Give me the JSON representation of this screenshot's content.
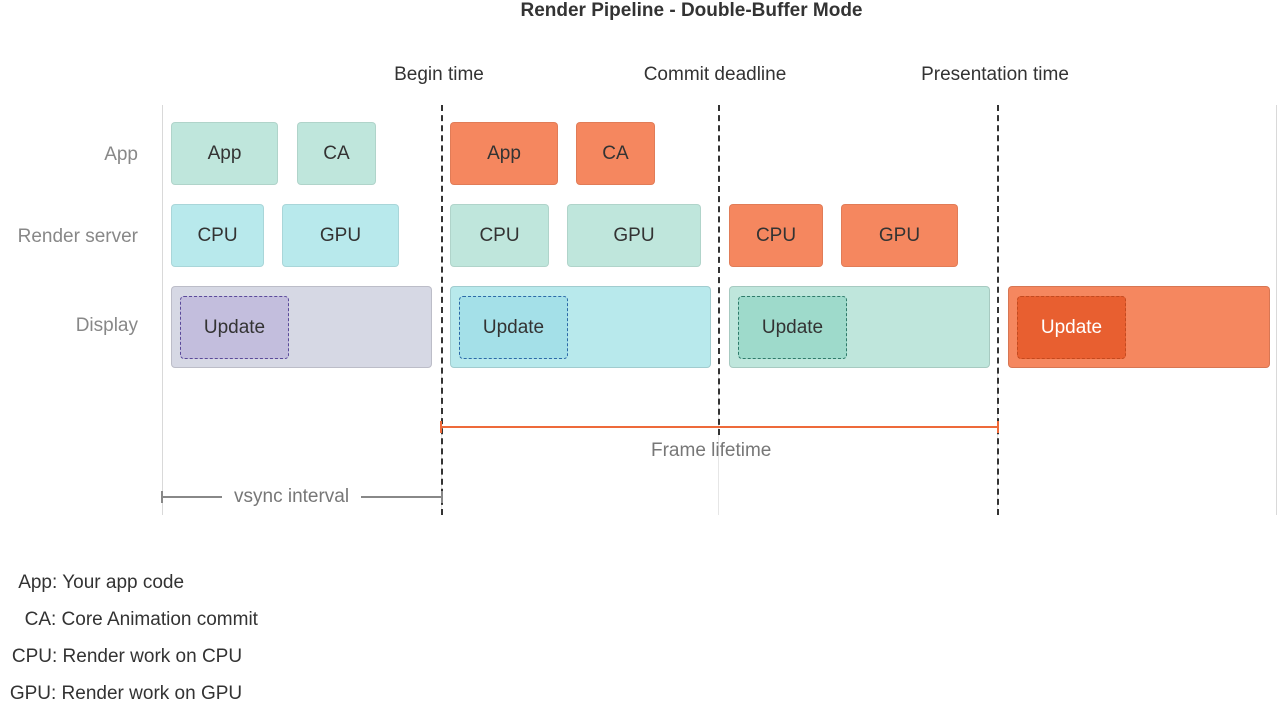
{
  "title": "Render Pipeline - Double-Buffer Mode",
  "markers": {
    "begin": "Begin time",
    "commit": "Commit deadline",
    "presentation": "Presentation time"
  },
  "rows": {
    "app": "App",
    "render_server": "Render server",
    "display": "Display"
  },
  "blocks": {
    "app": "App",
    "ca": "CA",
    "cpu": "CPU",
    "gpu": "GPU",
    "update": "Update"
  },
  "spans": {
    "frame_lifetime": "Frame lifetime",
    "vsync_interval": "vsync interval"
  },
  "legend": [
    {
      "key": "App",
      "desc": ": Your app code"
    },
    {
      "key": "CA",
      "desc": ": Core Animation commit"
    },
    {
      "key": "CPU",
      "desc": ": Render work on CPU"
    },
    {
      "key": "GPU",
      "desc": ": Render work on GPU"
    }
  ],
  "colors": {
    "highlight_orange": "#f5875f",
    "teal_light": "#bfe6dc",
    "cyan_light": "#b8e9ec",
    "lavender": "#d6d8e4",
    "span_orange": "#ee6a3a",
    "span_gray": "#888888"
  }
}
